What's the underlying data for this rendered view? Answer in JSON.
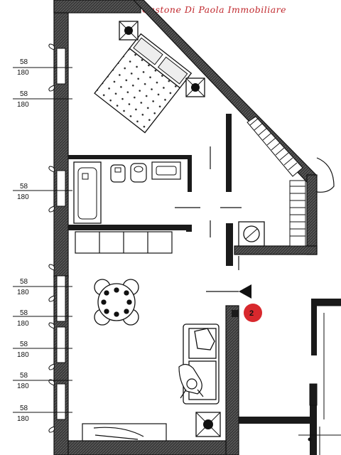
{
  "watermark": "Gastone Di Paola Immobiliare",
  "window_dimensions": [
    {
      "top": "58",
      "bottom": "180"
    },
    {
      "top": "58",
      "bottom": "180"
    },
    {
      "top": "58",
      "bottom": "180"
    },
    {
      "top": "58",
      "bottom": "180"
    },
    {
      "top": "58",
      "bottom": "180"
    },
    {
      "top": "58",
      "bottom": "180"
    },
    {
      "top": "58",
      "bottom": "180"
    },
    {
      "top": "58",
      "bottom": "180"
    }
  ],
  "view_marker": "2",
  "colors": {
    "wall": "#1a1a1a",
    "accent_red": "#d8282d",
    "watermark": "#c0282d"
  }
}
